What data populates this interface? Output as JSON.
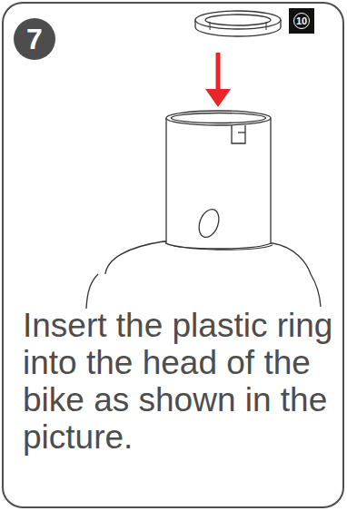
{
  "diagram": {
    "caption": "Insert the plastic ring into the head of the bike as shown in the picture.",
    "nodes": [
      {
        "text": [
          "7"
        ]
      },
      {
        "text": [
          "10"
        ]
      }
    ]
  }
}
